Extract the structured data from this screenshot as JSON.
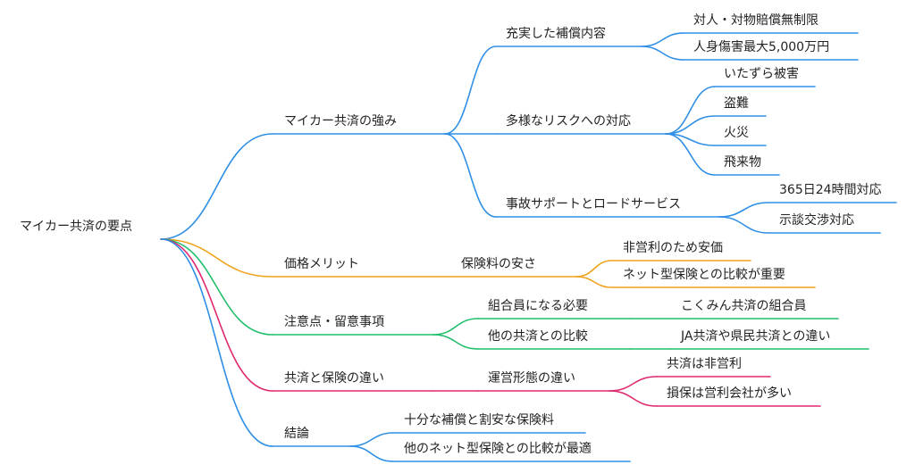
{
  "colors": {
    "strengths": "#2f8fe6",
    "price": "#f0a21b",
    "notes": "#1fbf6a",
    "diff": "#e0286e",
    "conclusion": "#2f8fe6"
  },
  "root": "マイカー共済の要点",
  "branches": [
    {
      "label": "マイカー共済の強み",
      "color": "strengths",
      "children": [
        {
          "label": "充実した補償内容",
          "children": [
            "対人・対物賠償無制限",
            "人身傷害最大5,000万円"
          ]
        },
        {
          "label": "多様なリスクへの対応",
          "children": [
            "いたずら被害",
            "盗難",
            "火災",
            "飛来物"
          ]
        },
        {
          "label": "事故サポートとロードサービス",
          "children": [
            "365日24時間対応",
            "示談交渉対応"
          ]
        }
      ]
    },
    {
      "label": "価格メリット",
      "color": "price",
      "children": [
        {
          "label": "保険料の安さ",
          "children": [
            "非営利のため安価",
            "ネット型保険との比較が重要"
          ]
        }
      ]
    },
    {
      "label": "注意点・留意事項",
      "color": "notes",
      "children": [
        {
          "label": "組合員になる必要",
          "children": [
            "こくみん共済の組合員"
          ]
        },
        {
          "label": "他の共済との比較",
          "children": [
            "JA共済や県民共済との違い"
          ]
        }
      ]
    },
    {
      "label": "共済と保険の違い",
      "color": "diff",
      "children": [
        {
          "label": "運営形態の違い",
          "children": [
            "共済は非営利",
            "損保は営利会社が多い"
          ]
        }
      ]
    },
    {
      "label": "結論",
      "color": "conclusion",
      "children": [
        {
          "label": "十分な補償と割安な保険料",
          "children": []
        },
        {
          "label": "他のネット型保険との比較が最適",
          "children": []
        }
      ]
    }
  ]
}
